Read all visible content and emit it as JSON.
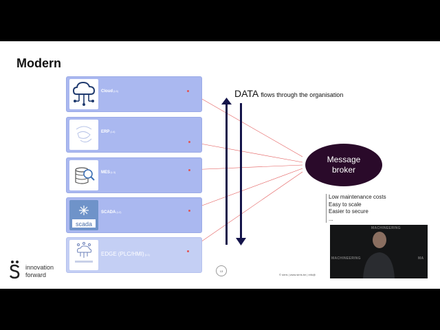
{
  "slide": {
    "title": "Modern",
    "layers": [
      {
        "label": "Cloud",
        "level": "(L5)",
        "icon": "cloud-network-icon"
      },
      {
        "label": "ERP",
        "level": "(L4)",
        "icon": "erp-icon"
      },
      {
        "label": "MES",
        "level": "(L3)",
        "icon": "database-search-icon"
      },
      {
        "label": "SCADA",
        "level": "(L2)",
        "icon": "scada-logo-icon",
        "icon_text": "scada"
      },
      {
        "label": "EDGE (PLC/HMI)",
        "level": "(L1)",
        "icon": "edge-device-icon"
      }
    ],
    "data_heading": "DATA",
    "data_subheading": "flows through the organisation",
    "broker_line1": "Message",
    "broker_line2": "broker",
    "benefits": [
      "Low maintenance costs",
      "Easy to scale",
      "Easier to secure",
      "..."
    ],
    "page_number": "13",
    "brand_line1": "innovation",
    "brand_line2": "forward",
    "footer": "© sirris | www.sirris.be | info@"
  },
  "video": {
    "sign_left": "MACHINEERING",
    "sign_top": "MACHINEERING",
    "sign_right": "MA"
  },
  "colors": {
    "layer_fill": "#aab8f0",
    "broker_fill": "#2a0a2a",
    "arrow_color": "#14144a",
    "connector_color": "#e25555"
  }
}
